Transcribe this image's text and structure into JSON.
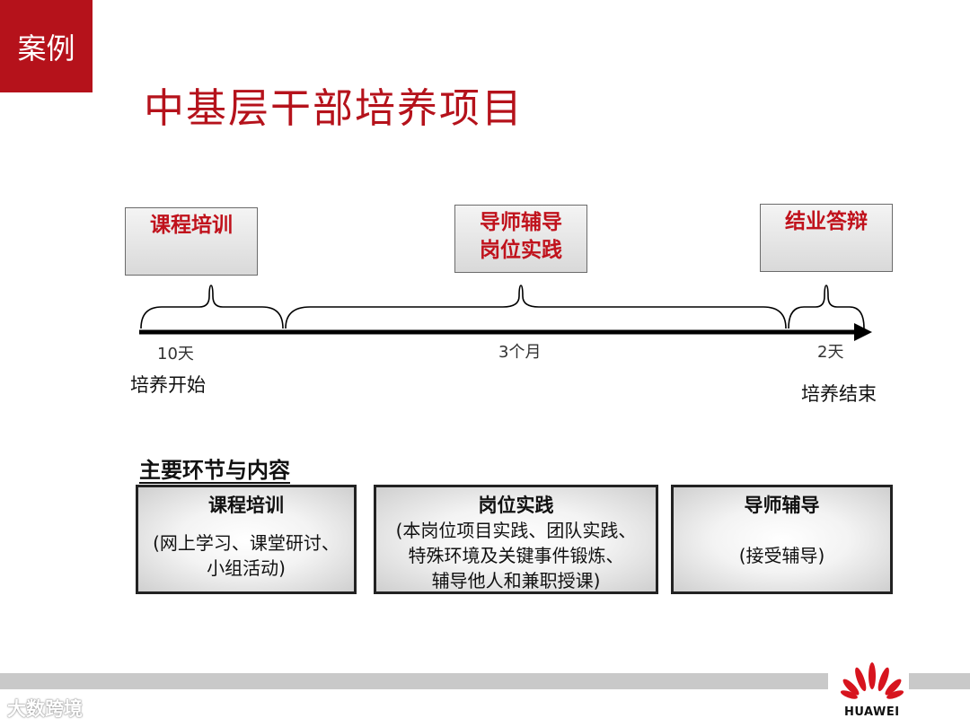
{
  "header": {
    "tag": "案例",
    "title": "中基层干部培养项目"
  },
  "phases": [
    {
      "lines": [
        "课程培训"
      ]
    },
    {
      "lines": [
        "导师辅导",
        "岗位实践"
      ]
    },
    {
      "lines": [
        "结业答辩"
      ]
    }
  ],
  "timeline": {
    "durations": [
      "10天",
      "3个月",
      "2天"
    ],
    "start_label": "培养开始",
    "end_label": "培养结束"
  },
  "section": {
    "title": "主要环节与内容",
    "cards": [
      {
        "title": "课程培训",
        "body": "(网上学习、课堂研讨、\n小组活动)"
      },
      {
        "title": "岗位实践",
        "body": "(本岗位项目实践、团队实践、\n特殊环境及关键事件锻炼、\n辅导他人和兼职授课)"
      },
      {
        "title": "导师辅导",
        "body": "\n(接受辅导)"
      }
    ]
  },
  "footer": {
    "watermark": "大数跨境",
    "logo_text": "HUAWEI"
  },
  "colors": {
    "accent": "#b5121b",
    "box_gray": "#d9d9d9",
    "footer_gray": "#c9c9c9"
  }
}
